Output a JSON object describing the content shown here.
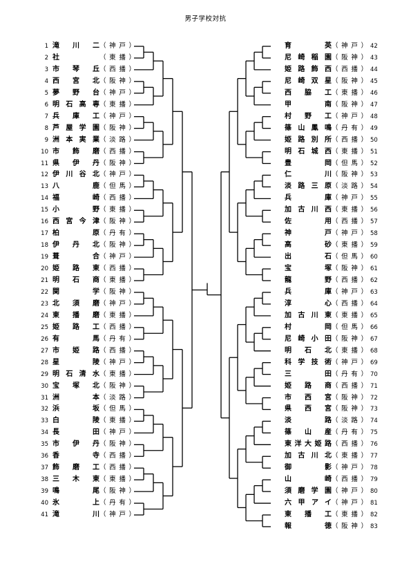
{
  "title": "男子学校対抗",
  "left_entries": [
    {
      "num": "1",
      "school": "滝川二",
      "pref": "（神戸）"
    },
    {
      "num": "2",
      "school": "社",
      "pref": "（東播）"
    },
    {
      "num": "3",
      "school": "市琴丘",
      "pref": "（西播）"
    },
    {
      "num": "4",
      "school": "西宮北",
      "pref": "（阪神）"
    },
    {
      "num": "5",
      "school": "夢野台",
      "pref": "（神戸）"
    },
    {
      "num": "6",
      "school": "明石高専",
      "pref": "（東播）"
    },
    {
      "num": "7",
      "school": "兵庫工",
      "pref": "（神戸）"
    },
    {
      "num": "8",
      "school": "芦屋学園",
      "pref": "（阪神）"
    },
    {
      "num": "9",
      "school": "洲本実業",
      "pref": "（淡路）"
    },
    {
      "num": "10",
      "school": "市飾磨",
      "pref": "（西播）"
    },
    {
      "num": "11",
      "school": "県伊丹",
      "pref": "（阪神）"
    },
    {
      "num": "12",
      "school": "伊川谷北",
      "pref": "（神戸）"
    },
    {
      "num": "13",
      "school": "八鹿",
      "pref": "（但馬）"
    },
    {
      "num": "14",
      "school": "福崎",
      "pref": "（西播）"
    },
    {
      "num": "15",
      "school": "小野",
      "pref": "（東播）"
    },
    {
      "num": "16",
      "school": "西宮今津",
      "pref": "（阪神）"
    },
    {
      "num": "17",
      "school": "柏原",
      "pref": "（丹有）"
    },
    {
      "num": "18",
      "school": "伊丹北",
      "pref": "（阪神）"
    },
    {
      "num": "19",
      "school": "葺合",
      "pref": "（神戸）"
    },
    {
      "num": "20",
      "school": "姫路東",
      "pref": "（西播）"
    },
    {
      "num": "21",
      "school": "明石商",
      "pref": "（東播）"
    },
    {
      "num": "22",
      "school": "関学",
      "pref": "（阪神）"
    },
    {
      "num": "23",
      "school": "北須磨",
      "pref": "（神戸）"
    },
    {
      "num": "24",
      "school": "東播磨",
      "pref": "（東播）"
    },
    {
      "num": "25",
      "school": "姫路工",
      "pref": "（西播）"
    },
    {
      "num": "26",
      "school": "有馬",
      "pref": "（丹有）"
    },
    {
      "num": "27",
      "school": "市姫路",
      "pref": "（西播）"
    },
    {
      "num": "28",
      "school": "星陵",
      "pref": "（神戸）"
    },
    {
      "num": "29",
      "school": "明石清水",
      "pref": "（東播）"
    },
    {
      "num": "30",
      "school": "宝塚北",
      "pref": "（阪神）"
    },
    {
      "num": "31",
      "school": "洲本",
      "pref": "（淡路）"
    },
    {
      "num": "32",
      "school": "浜坂",
      "pref": "（但馬）"
    },
    {
      "num": "33",
      "school": "白陵",
      "pref": "（東播）"
    },
    {
      "num": "34",
      "school": "長田",
      "pref": "（神戸）"
    },
    {
      "num": "35",
      "school": "市伊丹",
      "pref": "（阪神）"
    },
    {
      "num": "36",
      "school": "香寺",
      "pref": "（西播）"
    },
    {
      "num": "37",
      "school": "飾磨工",
      "pref": "（西播）"
    },
    {
      "num": "38",
      "school": "三木東",
      "pref": "（東播）"
    },
    {
      "num": "39",
      "school": "鳴尾",
      "pref": "（阪神）"
    },
    {
      "num": "40",
      "school": "氷上",
      "pref": "（丹有）"
    },
    {
      "num": "41",
      "school": "滝川",
      "pref": "（神戸）"
    }
  ],
  "right_entries": [
    {
      "num": "42",
      "school": "育英",
      "pref": "（神戸）"
    },
    {
      "num": "43",
      "school": "尼崎稲園",
      "pref": "（阪神）"
    },
    {
      "num": "44",
      "school": "姫路飾西",
      "pref": "（西播）"
    },
    {
      "num": "45",
      "school": "尼崎双星",
      "pref": "（阪神）"
    },
    {
      "num": "46",
      "school": "西脇工",
      "pref": "（東播）"
    },
    {
      "num": "47",
      "school": "甲南",
      "pref": "（阪神）"
    },
    {
      "num": "48",
      "school": "村野工",
      "pref": "（神戸）"
    },
    {
      "num": "49",
      "school": "篠山鳳鳴",
      "pref": "（丹有）"
    },
    {
      "num": "50",
      "school": "姫路別所",
      "pref": "（西播）"
    },
    {
      "num": "51",
      "school": "明石城西",
      "pref": "（東播）"
    },
    {
      "num": "52",
      "school": "豊岡",
      "pref": "（但馬）"
    },
    {
      "num": "53",
      "school": "仁川",
      "pref": "（阪神）"
    },
    {
      "num": "54",
      "school": "淡路三原",
      "pref": "（淡路）"
    },
    {
      "num": "55",
      "school": "兵庫",
      "pref": "（神戸）"
    },
    {
      "num": "56",
      "school": "加古川西",
      "pref": "（東播）"
    },
    {
      "num": "57",
      "school": "佐用",
      "pref": "（西播）"
    },
    {
      "num": "58",
      "school": "神戸",
      "pref": "（神戸）"
    },
    {
      "num": "59",
      "school": "高砂",
      "pref": "（東播）"
    },
    {
      "num": "60",
      "school": "出石",
      "pref": "（但馬）"
    },
    {
      "num": "61",
      "school": "宝塚",
      "pref": "（阪神）"
    },
    {
      "num": "62",
      "school": "龍野",
      "pref": "（西播）"
    },
    {
      "num": "63",
      "school": "兵庫",
      "pref": "（神戸）"
    },
    {
      "num": "64",
      "school": "淳心",
      "pref": "（西播）"
    },
    {
      "num": "65",
      "school": "加古川東",
      "pref": "（東播）"
    },
    {
      "num": "66",
      "school": "村岡",
      "pref": "（但馬）"
    },
    {
      "num": "67",
      "school": "尼崎小田",
      "pref": "（阪神）"
    },
    {
      "num": "68",
      "school": "明石北",
      "pref": "（東播）"
    },
    {
      "num": "69",
      "school": "科学技術",
      "pref": "（神戸）"
    },
    {
      "num": "70",
      "school": "三田",
      "pref": "（丹有）"
    },
    {
      "num": "71",
      "school": "姫路商",
      "pref": "（西播）"
    },
    {
      "num": "72",
      "school": "市西宮",
      "pref": "（阪神）"
    },
    {
      "num": "73",
      "school": "県西宮",
      "pref": "（阪神）"
    },
    {
      "num": "74",
      "school": "淡路",
      "pref": "（淡路）"
    },
    {
      "num": "75",
      "school": "篠山産",
      "pref": "（丹有）"
    },
    {
      "num": "76",
      "school": "東洋大姫路",
      "pref": "（西播）"
    },
    {
      "num": "77",
      "school": "加古川北",
      "pref": "（東播）"
    },
    {
      "num": "78",
      "school": "御影",
      "pref": "（神戸）"
    },
    {
      "num": "79",
      "school": "山崎",
      "pref": "（西播）"
    },
    {
      "num": "80",
      "school": "須磨学園",
      "pref": "（神戸）"
    },
    {
      "num": "81",
      "school": "六甲アイ",
      "pref": "（神戸）"
    },
    {
      "num": "82",
      "school": "東播工",
      "pref": "（東播）"
    },
    {
      "num": "83",
      "school": "報徳",
      "pref": "（阪神）"
    }
  ]
}
